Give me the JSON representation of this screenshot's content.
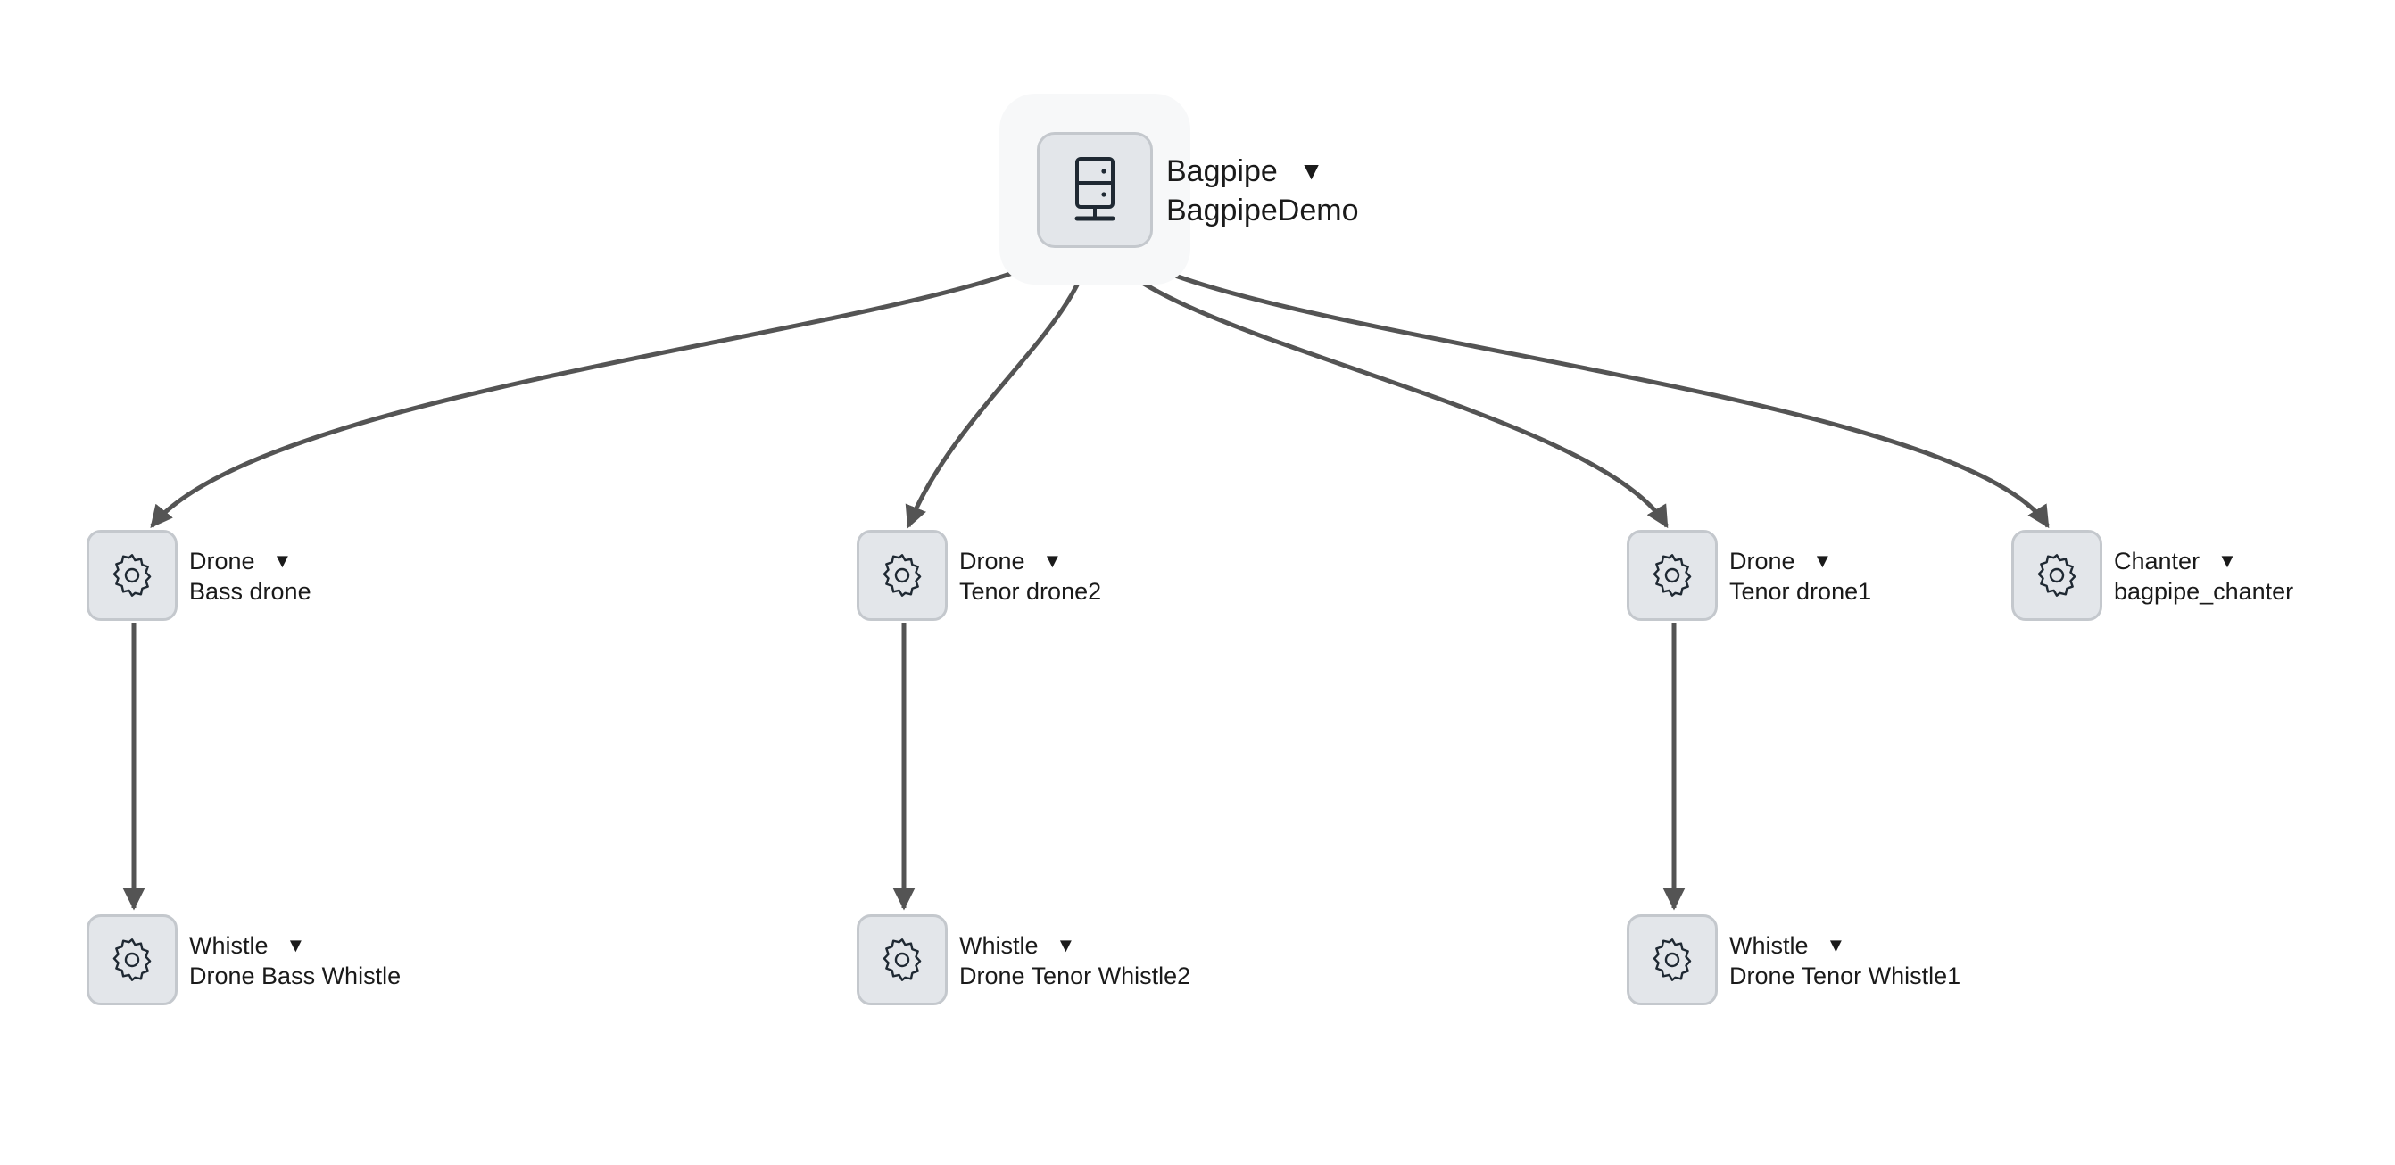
{
  "root": {
    "kind": "Bagpipe",
    "name": "BagpipeDemo",
    "caret": "▼",
    "icon": "server-icon"
  },
  "nodes": [
    {
      "id": "bass-drone",
      "kind": "Drone",
      "name": "Bass drone",
      "caret": "▼",
      "icon": "gear-icon"
    },
    {
      "id": "tenor-drone2",
      "kind": "Drone",
      "name": "Tenor drone2",
      "caret": "▼",
      "icon": "gear-icon"
    },
    {
      "id": "tenor-drone1",
      "kind": "Drone",
      "name": "Tenor drone1",
      "caret": "▼",
      "icon": "gear-icon"
    },
    {
      "id": "chanter",
      "kind": "Chanter",
      "name": "bagpipe_chanter",
      "caret": "▼",
      "icon": "gear-icon"
    },
    {
      "id": "bass-whistle",
      "kind": "Whistle",
      "name": "Drone Bass Whistle",
      "caret": "▼",
      "icon": "gear-icon"
    },
    {
      "id": "tenor-whistle2",
      "kind": "Whistle",
      "name": "Drone Tenor Whistle2",
      "caret": "▼",
      "icon": "gear-icon"
    },
    {
      "id": "tenor-whistle1",
      "kind": "Whistle",
      "name": "Drone Tenor Whistle1",
      "caret": "▼",
      "icon": "gear-icon"
    }
  ],
  "edges": [
    {
      "from": "root",
      "to": "bass-drone"
    },
    {
      "from": "root",
      "to": "tenor-drone2"
    },
    {
      "from": "root",
      "to": "tenor-drone1"
    },
    {
      "from": "root",
      "to": "chanter"
    },
    {
      "from": "bass-drone",
      "to": "bass-whistle"
    },
    {
      "from": "tenor-drone2",
      "to": "tenor-whistle2"
    },
    {
      "from": "tenor-drone1",
      "to": "tenor-whistle1"
    }
  ],
  "colors": {
    "edge": "#545454",
    "node_fill": "#e3e6ea",
    "node_border": "#c4c8cd",
    "icon": "#1f2933"
  }
}
